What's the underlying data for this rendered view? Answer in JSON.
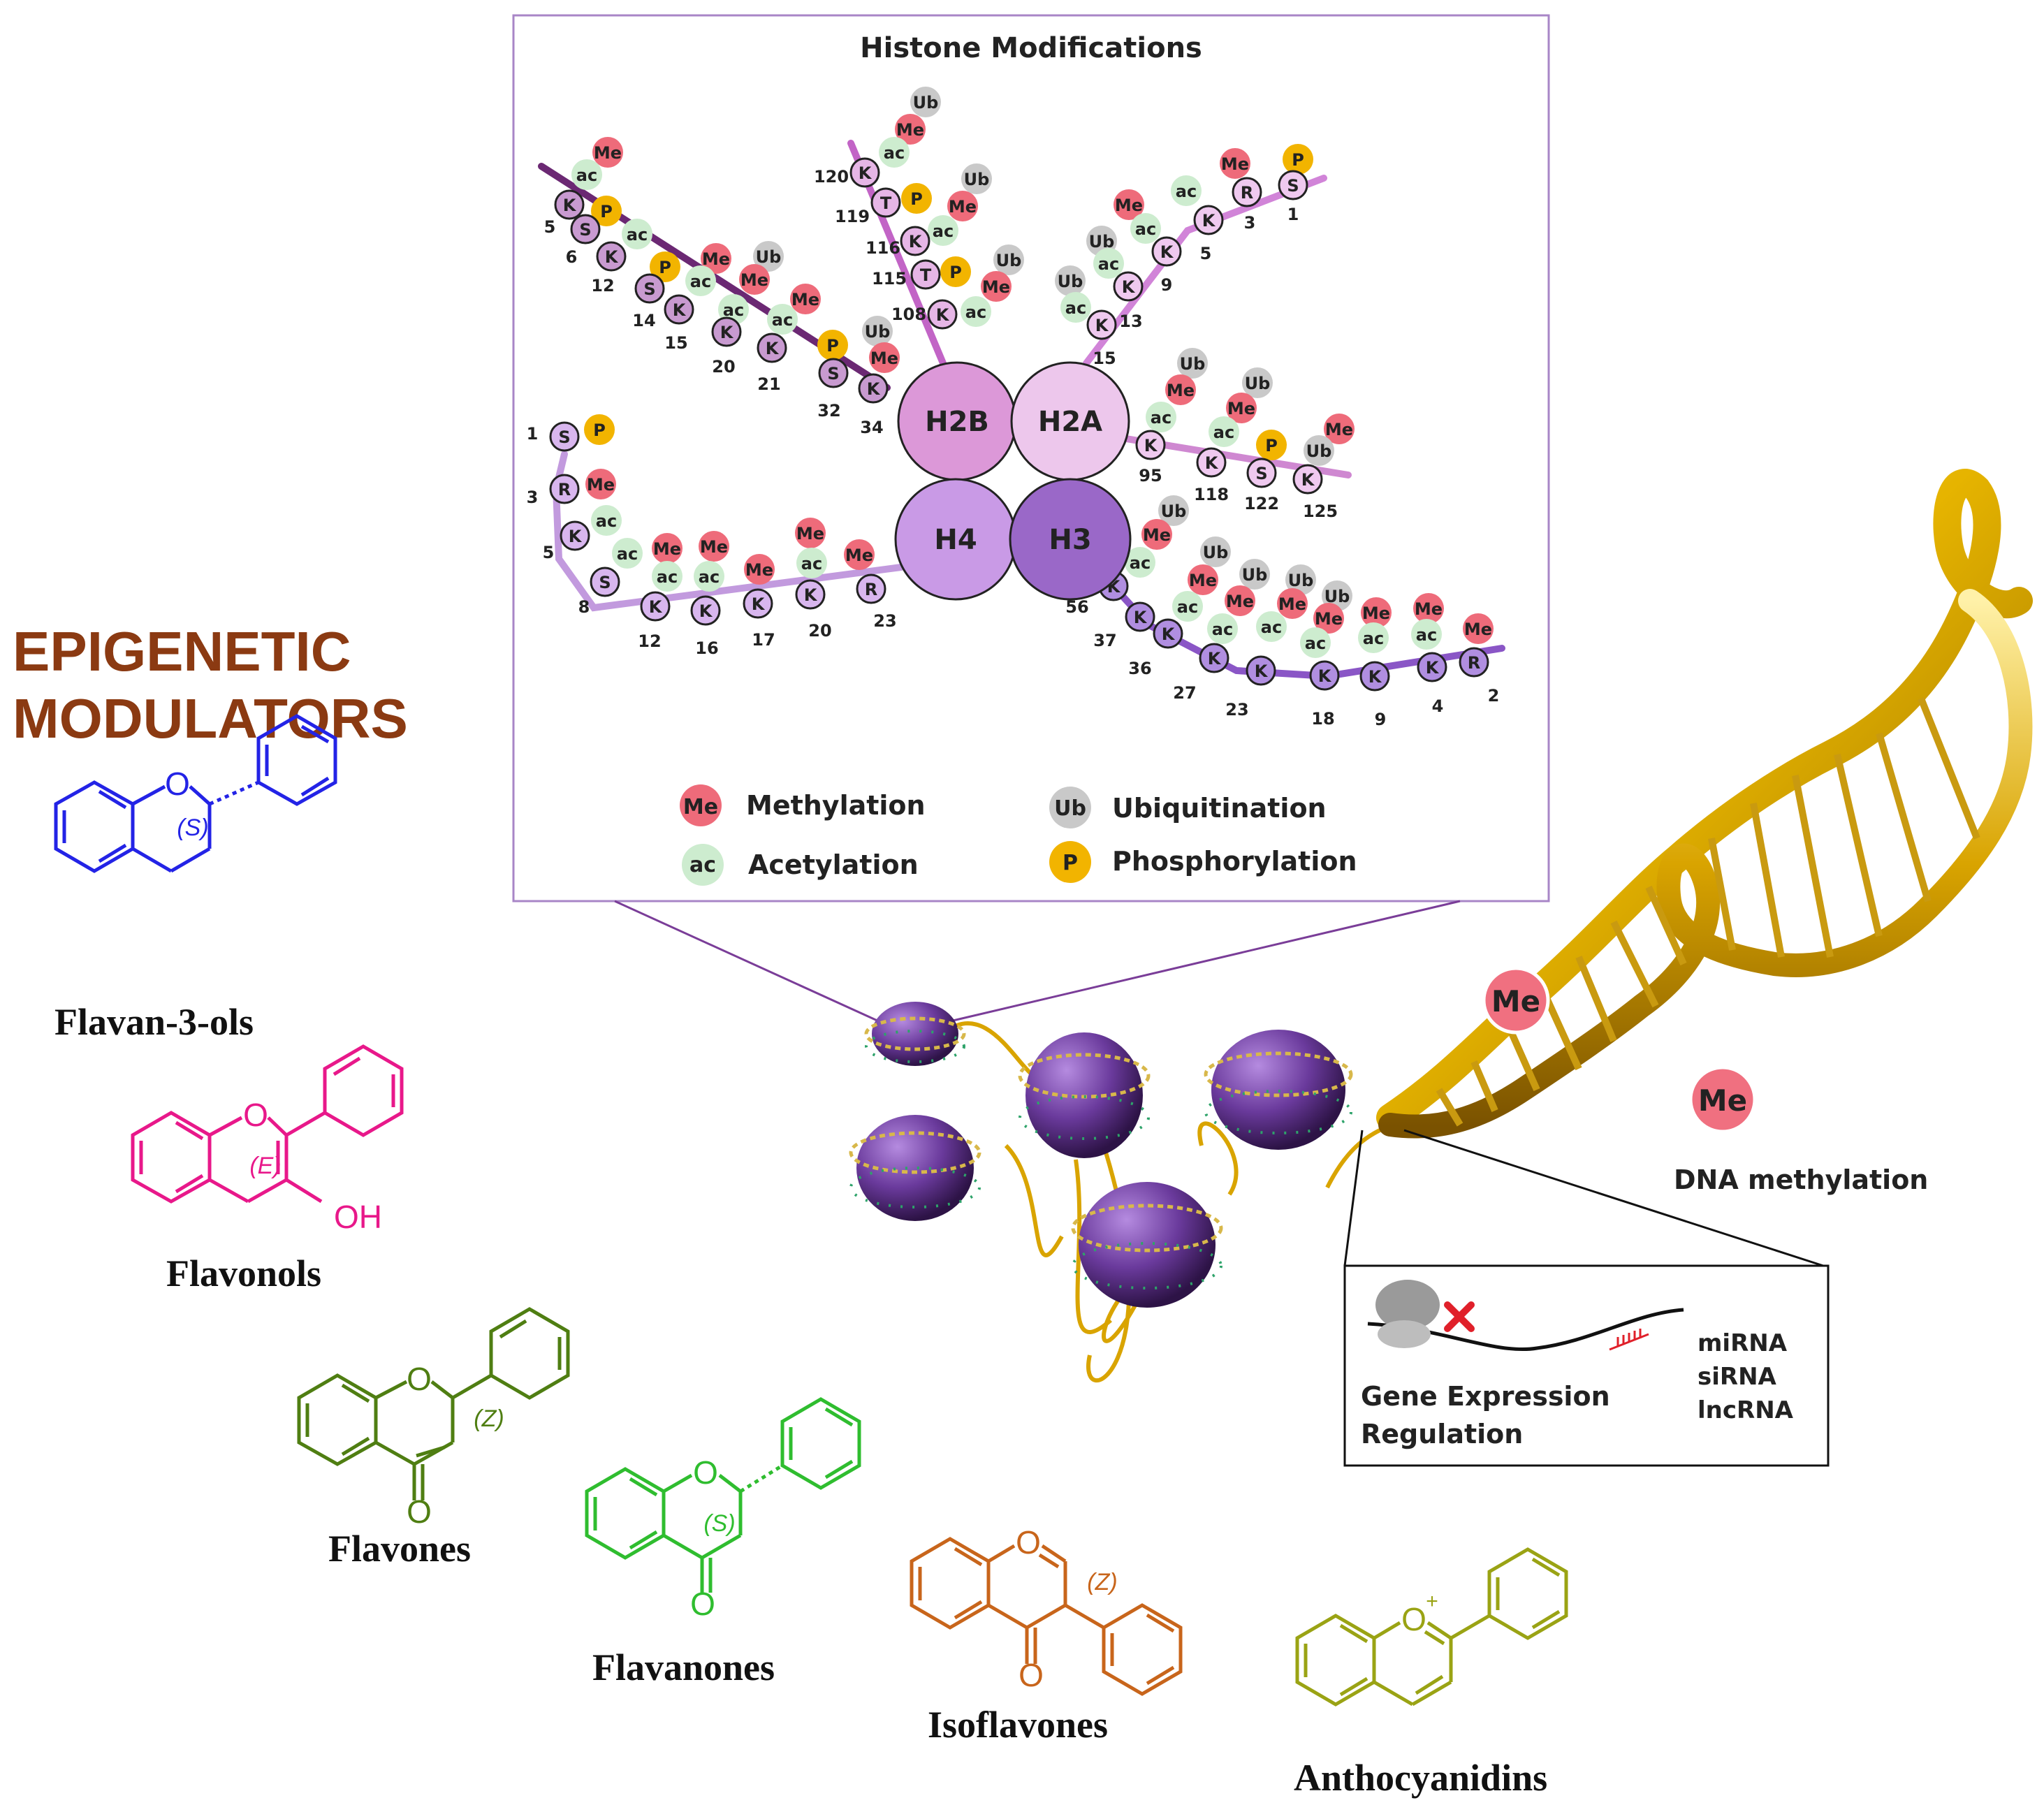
{
  "heading": {
    "line1": "EPIGENETIC",
    "line2": "MODULATORS"
  },
  "histone_panel": {
    "title": "Histone Modifications",
    "cores": [
      "H2B",
      "H2A",
      "H4",
      "H3"
    ],
    "legend": [
      {
        "badge": "Me",
        "label": "Methylation",
        "color": "#ee6b7a"
      },
      {
        "badge": "ac",
        "label": "Acetylation",
        "color": "#cdeccf"
      },
      {
        "badge": "Ub",
        "label": "Ubiquitination",
        "color": "#c9c9c9"
      },
      {
        "badge": "P",
        "label": "Phosphorylation",
        "color": "#f2b400"
      }
    ],
    "tails": {
      "h2b_upper": {
        "residues": [
          "K",
          "S",
          "K",
          "S",
          "K",
          "K",
          "K",
          "S",
          "K"
        ],
        "numbers": [
          "5",
          "6",
          "12",
          "14",
          "15",
          "20",
          "21",
          "32",
          "34"
        ],
        "marks": [
          "Me",
          "ac",
          "P",
          "ac",
          "P",
          "Me",
          "ac",
          "Ub",
          "Me",
          "ac",
          "Me",
          "ac",
          "P",
          "Ub",
          "Me"
        ]
      },
      "h2b_c": {
        "residues": [
          "K",
          "T",
          "K",
          "T",
          "K"
        ],
        "numbers": [
          "120",
          "119",
          "116",
          "115",
          "108"
        ],
        "marks": [
          "Ub",
          "Me",
          "ac",
          "P",
          "Me",
          "Ub",
          "ac",
          "P",
          "Ub",
          "Me",
          "ac"
        ]
      },
      "h2a_n": {
        "residues": [
          "S",
          "R",
          "K",
          "K",
          "K",
          "K"
        ],
        "numbers": [
          "1",
          "3",
          "5",
          "9",
          "13",
          "15"
        ],
        "marks": [
          "P",
          "Me",
          "ac",
          "Me",
          "ac",
          "Ub",
          "ac",
          "Ub",
          "ac"
        ]
      },
      "h2a_c": {
        "residues": [
          "K",
          "K",
          "S",
          "K"
        ],
        "numbers": [
          "95",
          "118",
          "122",
          "125"
        ],
        "marks": [
          "Ub",
          "Me",
          "ac",
          "Ub",
          "Me",
          "ac",
          "P",
          "Me",
          "Ub"
        ]
      },
      "h4": {
        "residues": [
          "S",
          "R",
          "K",
          "S",
          "K",
          "K",
          "K",
          "K",
          "R"
        ],
        "numbers": [
          "1",
          "3",
          "5",
          "8",
          "12",
          "16",
          "17",
          "20",
          "23"
        ],
        "marks": [
          "P",
          "Me",
          "ac",
          "ac",
          "Me",
          "ac",
          "Me",
          "ac",
          "Me",
          "Me",
          "ac",
          "Me"
        ]
      },
      "h3": {
        "residues": [
          "K",
          "K",
          "K",
          "K",
          "K",
          "K",
          "K",
          "K",
          "R"
        ],
        "numbers": [
          "56",
          "37",
          "36",
          "27",
          "23",
          "18",
          "9",
          "4",
          "2"
        ],
        "marks": [
          "Ub",
          "Me",
          "ac",
          "Ub",
          "Me",
          "ac",
          "Ub",
          "Me",
          "ac",
          "Ub",
          "Me",
          "ac",
          "Ub",
          "Me",
          "ac",
          "Me",
          "ac",
          "Me",
          "ac",
          "Me"
        ]
      }
    }
  },
  "dna": {
    "label": "DNA methylation",
    "marks": [
      "Me",
      "Me"
    ]
  },
  "gene_box": {
    "title_line1": "Gene Expression",
    "title_line2": "Regulation",
    "rnas": [
      "miRNA",
      "siRNA",
      "lncRNA"
    ]
  },
  "compounds": [
    {
      "name": "Flavan-3-ols",
      "stereo": "(S)",
      "color": "#2323e6"
    },
    {
      "name": "Flavonols",
      "stereo": "(E)",
      "substituent": "OH",
      "color": "#e8188a"
    },
    {
      "name": "Flavones",
      "stereo": "(Z)",
      "color": "#4f7e12"
    },
    {
      "name": "Flavanones",
      "stereo": "(S)",
      "color": "#2fbd2f"
    },
    {
      "name": "Isoflavones",
      "stereo": "(Z)",
      "color": "#c8651b"
    },
    {
      "name": "Anthocyanidins",
      "color": "#9aa314"
    }
  ],
  "atoms": {
    "oxygen": "O",
    "oxonium": "O",
    "charge": "+"
  }
}
